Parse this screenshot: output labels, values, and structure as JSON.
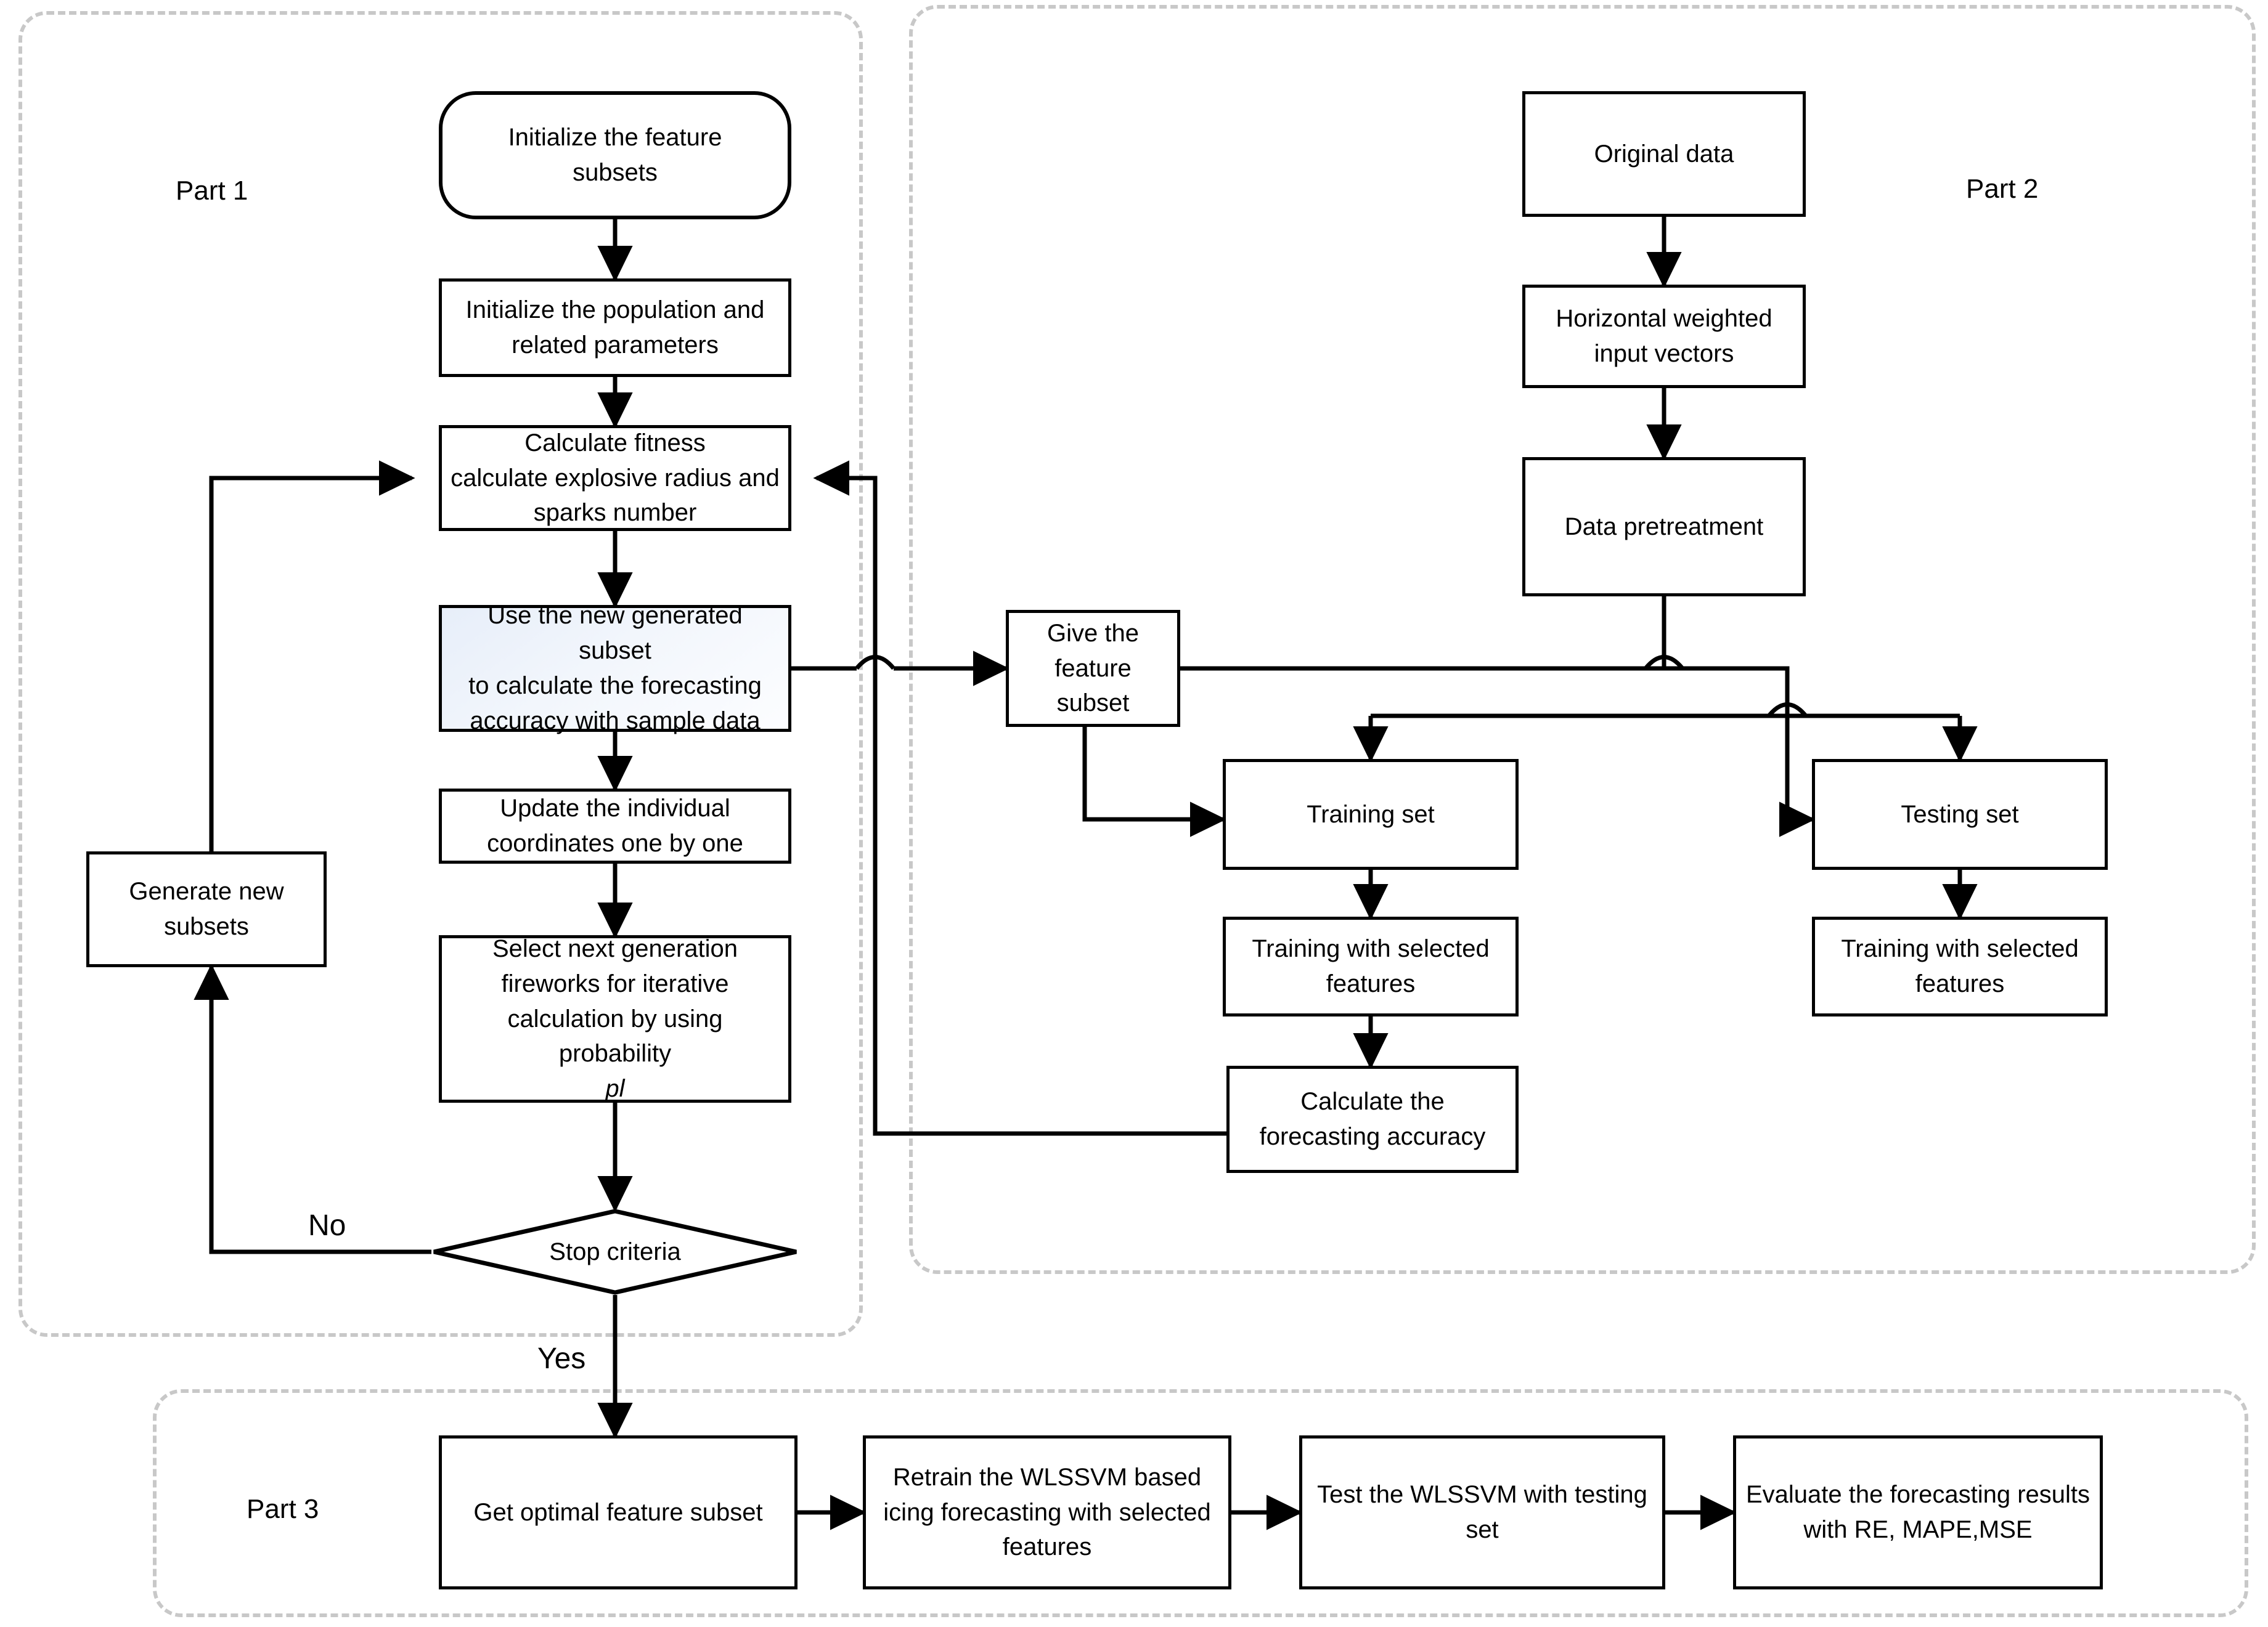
{
  "diagram": {
    "title": "Hybrid feature-selection and WLSSVM icing forecasting flowchart",
    "groups": [
      {
        "id": "part1",
        "label": "Part 1"
      },
      {
        "id": "part2",
        "label": "Part 2"
      },
      {
        "id": "part3",
        "label": "Part 3"
      }
    ],
    "edge_labels": {
      "no": "No",
      "yes": "Yes"
    },
    "nodes": {
      "init_feature_subsets": {
        "text": "Initialize the feature\nsubsets",
        "shape": "terminator"
      },
      "init_population": {
        "text": "Initialize the population and\nrelated parameters",
        "shape": "process"
      },
      "calc_fitness": {
        "text": "Calculate fitness\ncalculate  explosive radius and\nsparks number",
        "shape": "process"
      },
      "use_new_subset": {
        "text": "Use the new generated subset\nto calculate the forecasting\naccuracy with sample data",
        "shape": "process",
        "fill": "#eaf0fa"
      },
      "update_individual": {
        "text": "Update the individual\ncoordinates one by one",
        "shape": "process"
      },
      "select_next_gen": {
        "text": "Select next generation\nfireworks for iterative\ncalculation  by using probability",
        "emphasis": "pl",
        "shape": "process"
      },
      "stop_criteria": {
        "text": "Stop criteria",
        "shape": "decision"
      },
      "generate_new_subsets": {
        "text": "Generate new\nsubsets",
        "shape": "process"
      },
      "original_data": {
        "text": "Original data",
        "shape": "process"
      },
      "horizontal_weighted": {
        "text": "Horizontal weighted\ninput vectors",
        "shape": "process"
      },
      "data_pretreatment": {
        "text": "Data pretreatment",
        "shape": "process"
      },
      "give_feature_subset": {
        "text": "Give the feature\nsubset",
        "shape": "process"
      },
      "training_set": {
        "text": "Training set",
        "shape": "process"
      },
      "testing_set": {
        "text": "Testing set",
        "shape": "process"
      },
      "training_selected_l": {
        "text": "Training with selected\nfeatures",
        "shape": "process"
      },
      "training_selected_r": {
        "text": "Training with selected\nfeatures",
        "shape": "process"
      },
      "calc_forecast_acc": {
        "text": "Calculate the\nforecasting accuracy",
        "shape": "process"
      },
      "get_optimal_subset": {
        "text": "Get optimal feature subset",
        "shape": "process"
      },
      "retrain_wlssvm": {
        "text": "Retrain the WLSSVM based\nicing forecasting with selected\nfeatures",
        "shape": "process"
      },
      "test_wlssvm": {
        "text": "Test the WLSSVM with testing\nset",
        "shape": "process"
      },
      "evaluate_results": {
        "text": "Evaluate the forecasting results\nwith RE, MAPE,MSE",
        "shape": "process"
      }
    },
    "colors": {
      "stroke": "#000000",
      "group_border": "#c8c8c8",
      "tint_fill": "#eaf0fa",
      "background": "#ffffff"
    }
  }
}
